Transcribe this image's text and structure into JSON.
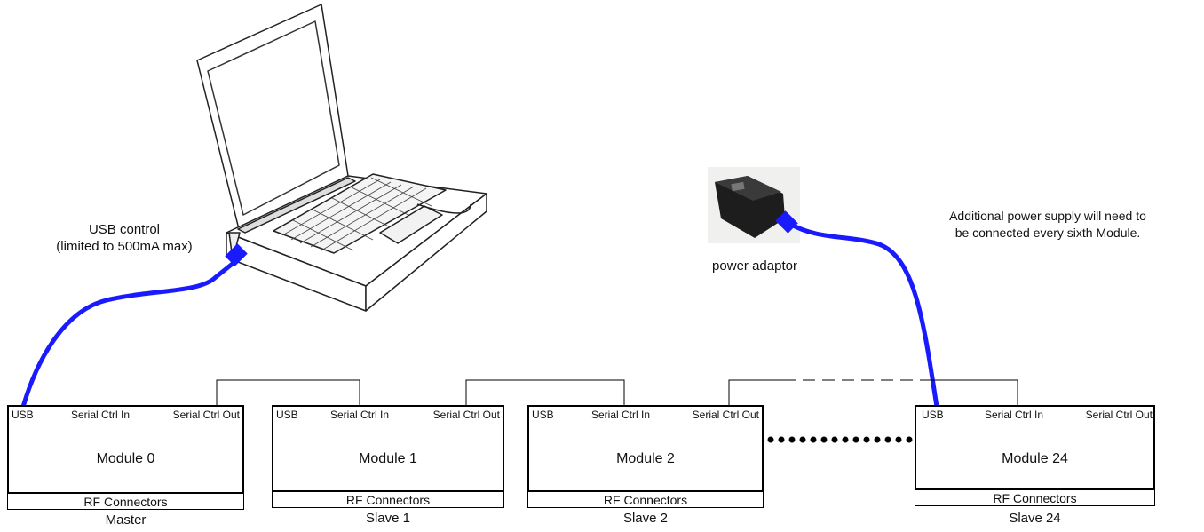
{
  "labels": {
    "usb_control": "USB control\n(limited to 500mA max)",
    "power_adaptor": "power adaptor",
    "power_note": "Additional power supply will need to\nbe connected every sixth Module."
  },
  "ports": {
    "usb": "USB",
    "serial_in": "Serial Ctrl In",
    "serial_out": "Serial Ctrl Out"
  },
  "rf_label": "RF Connectors",
  "modules": [
    {
      "name": "Module 0",
      "role": "Master"
    },
    {
      "name": "Module 1",
      "role": "Slave 1"
    },
    {
      "name": "Module 2",
      "role": "Slave 2"
    },
    {
      "name": "Module 24",
      "role": "Slave 24"
    }
  ],
  "colors": {
    "cable": "#1a1aff",
    "line": "#000000"
  },
  "icons": [
    "laptop-icon",
    "power-adaptor-icon"
  ]
}
